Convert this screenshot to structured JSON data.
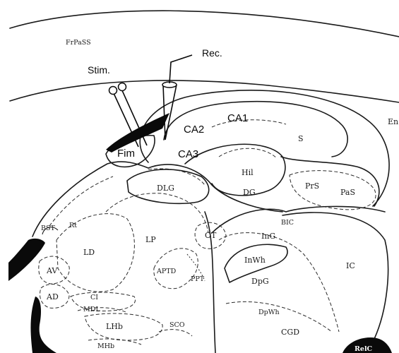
{
  "instruments": {
    "stim_label": "Stim.",
    "rec_label": "Rec."
  },
  "hippocampus": {
    "ca1": "CA1",
    "ca2": "CA2",
    "ca3": "CA3",
    "fim": "Fim"
  },
  "regions": {
    "frpass": "FrPaSS",
    "en": "En",
    "s": "S",
    "hil": "Hil",
    "dg": "DG",
    "prs": "PrS",
    "pas": "PaS",
    "dlg": "DLG",
    "bst": "BST",
    "rt": "Rt",
    "bic": "BIC",
    "ing": "InG",
    "ot": "OT",
    "lp": "LP",
    "ld": "LD",
    "inwh": "InWh",
    "ic": "IC",
    "av": "AV",
    "aptd": "APTD",
    "ppt": "PPT",
    "dpg": "DpG",
    "ad": "AD",
    "ci": "CI",
    "mdl": "MDL",
    "dpwh": "DpWh",
    "lhb": "LHb",
    "sco": "SCO",
    "cgd": "CGD",
    "mhb": "MHb",
    "relc": "RelC"
  }
}
